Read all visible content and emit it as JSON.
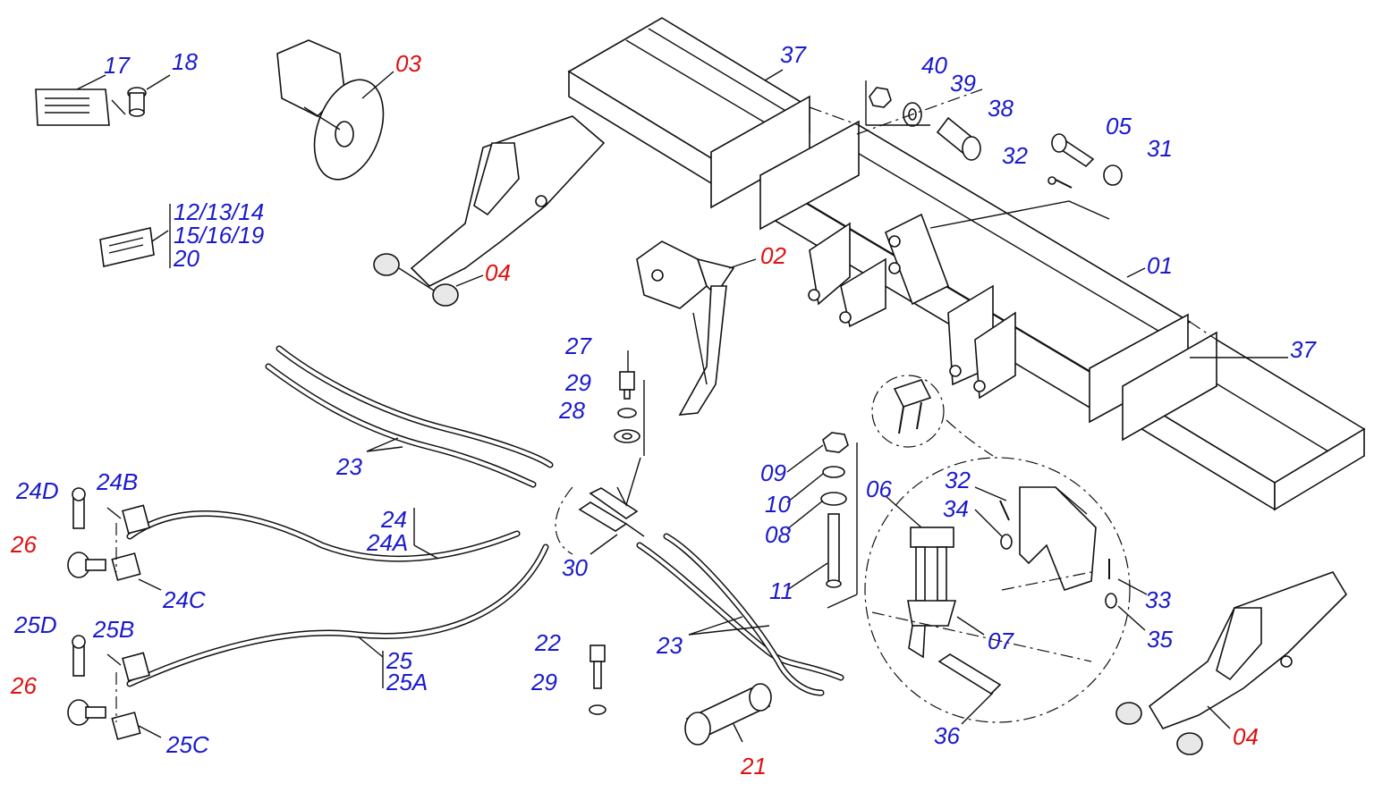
{
  "colors": {
    "part_label": "#1a1acc",
    "assembly_label": "#dd1111",
    "line": "#111111"
  },
  "labels": {
    "p01": "01",
    "p02": "02",
    "p03": "03",
    "p04a": "04",
    "p04b": "04",
    "p05": "05",
    "p06": "06",
    "p07": "07",
    "p08": "08",
    "p09": "09",
    "p10": "10",
    "p11": "11",
    "p12_row1": "12/13/14",
    "p12_row2": "15/16/19",
    "p12_row3": "20",
    "p17": "17",
    "p18": "18",
    "p21": "21",
    "p22": "22",
    "p23a": "23",
    "p23b": "23",
    "p24": "24",
    "p24a": "24A",
    "p24b": "24B",
    "p24c": "24C",
    "p24d": "24D",
    "p25": "25",
    "p25a": "25A",
    "p25b": "25B",
    "p25c": "25C",
    "p25d": "25D",
    "p26a": "26",
    "p26b": "26",
    "p27": "27",
    "p28": "28",
    "p29a": "29",
    "p29b": "29",
    "p30": "30",
    "p31": "31",
    "p32a": "32",
    "p32b": "32",
    "p33": "33",
    "p34": "34",
    "p35": "35",
    "p36": "36",
    "p37a": "37",
    "p37b": "37",
    "p38": "38",
    "p39": "39",
    "p40": "40"
  }
}
